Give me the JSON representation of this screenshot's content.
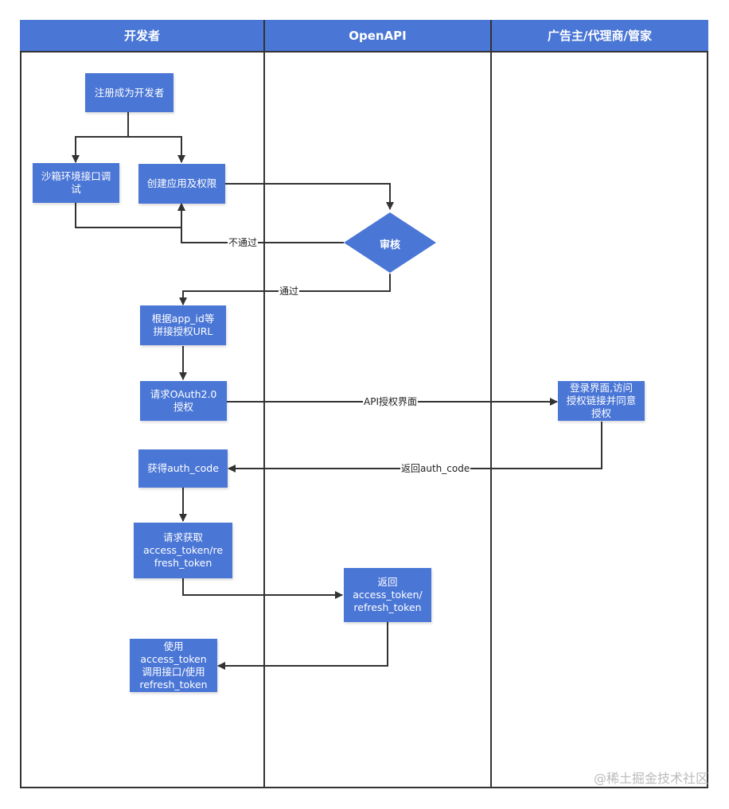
{
  "lanes": {
    "developer": "开发者",
    "openapi": "OpenAPI",
    "advertiser": "广告主/代理商/管家"
  },
  "nodes": {
    "register": "注册成为开发者",
    "sandbox": "沙箱环境接口调\n试",
    "create_app": "创建应用及权限",
    "review": "审核",
    "build_url": "根据app_id等\n拼接授权URL",
    "request_oauth": "请求OAuth2.0\n授权",
    "login_page": "登录界面,访问\n授权链接并同意\n授权",
    "get_code": "获得auth_code",
    "request_token": "请求获取\naccess_token/re\nfresh_token",
    "return_token": "返回\naccess_token/\nrefresh_token",
    "use_token": "使用\naccess_token\n调用接口/使用\nrefresh_token"
  },
  "edge_labels": {
    "not_passed": "不通过",
    "passed": "通过",
    "api_auth_page": "API授权界面",
    "return_code": "返回auth_code"
  },
  "watermark": "@稀土掘金技术社区",
  "colors": {
    "node_fill": "#4a76d6",
    "line": "#333333"
  }
}
